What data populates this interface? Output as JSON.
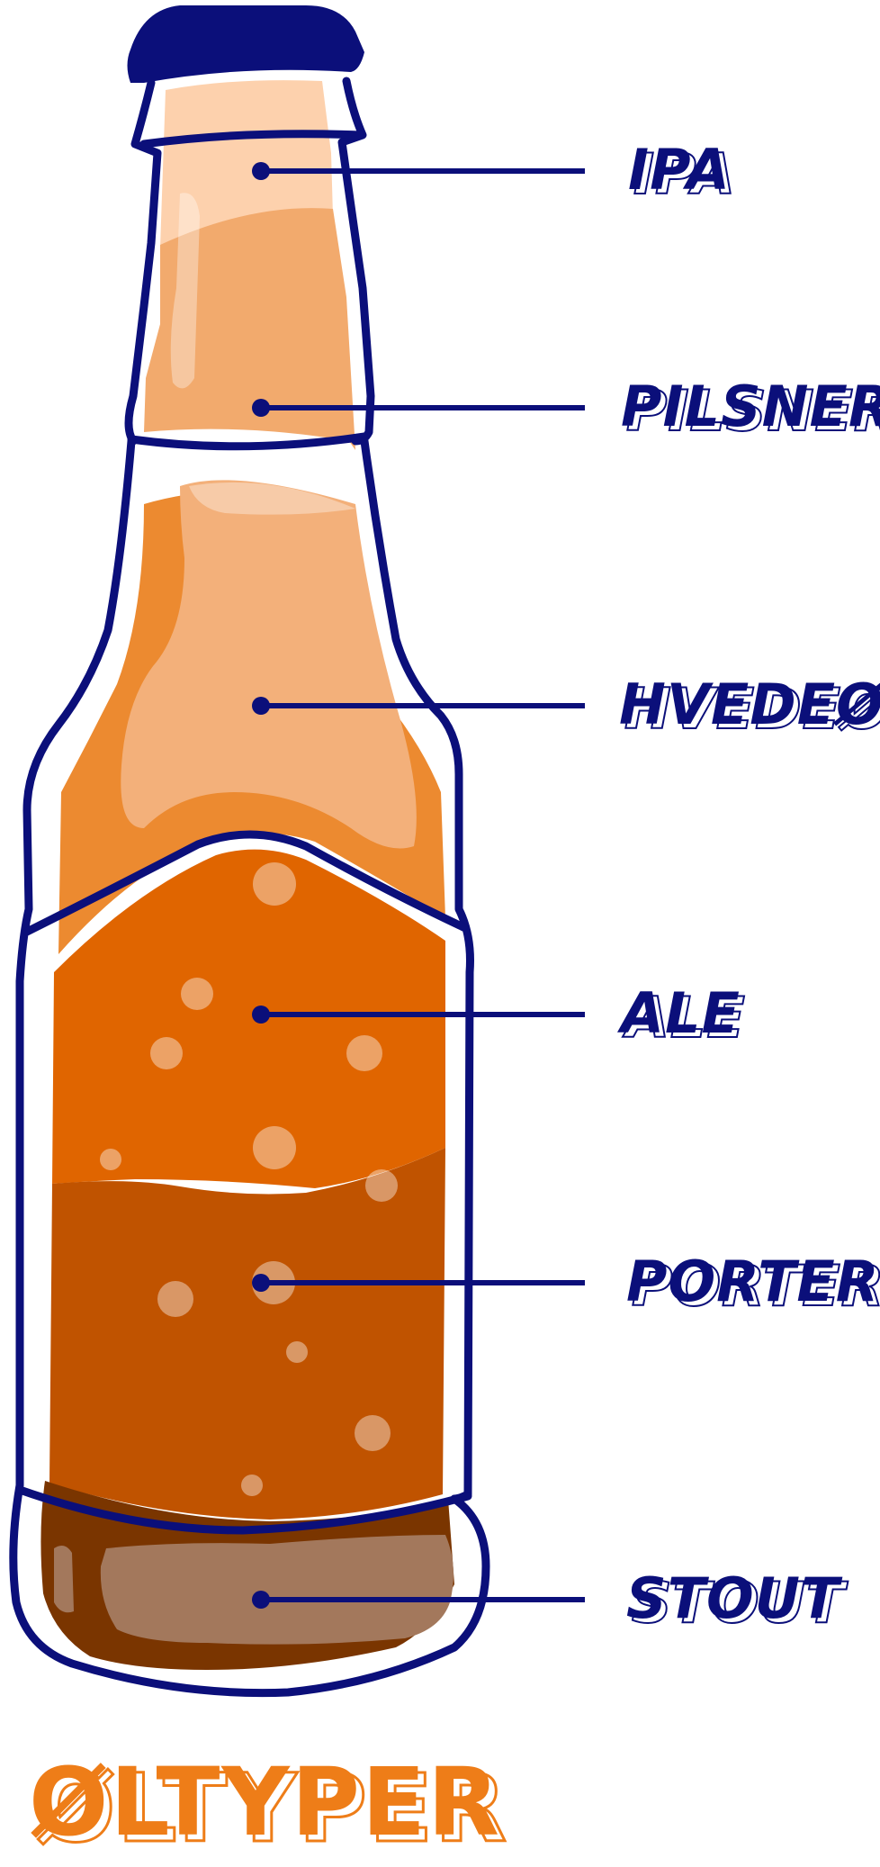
{
  "title": "ØLTYPER",
  "colors": {
    "outline": "#0b0f7a",
    "title": "#ee7d18",
    "ipa": "#fdd1ad",
    "pilsner": "#f2aa6d",
    "hvedeol": "#ec8a30",
    "ale": "#e06500",
    "porter": "#c05300",
    "stout": "#7a3500"
  },
  "labels": [
    {
      "id": "ipa",
      "text": "IPA"
    },
    {
      "id": "pilsner",
      "text": "PILSNER"
    },
    {
      "id": "hvedeol",
      "text": "HVEDEØL"
    },
    {
      "id": "ale",
      "text": "ALE"
    },
    {
      "id": "porter",
      "text": "PORTER"
    },
    {
      "id": "stout",
      "text": "STOUT"
    }
  ]
}
